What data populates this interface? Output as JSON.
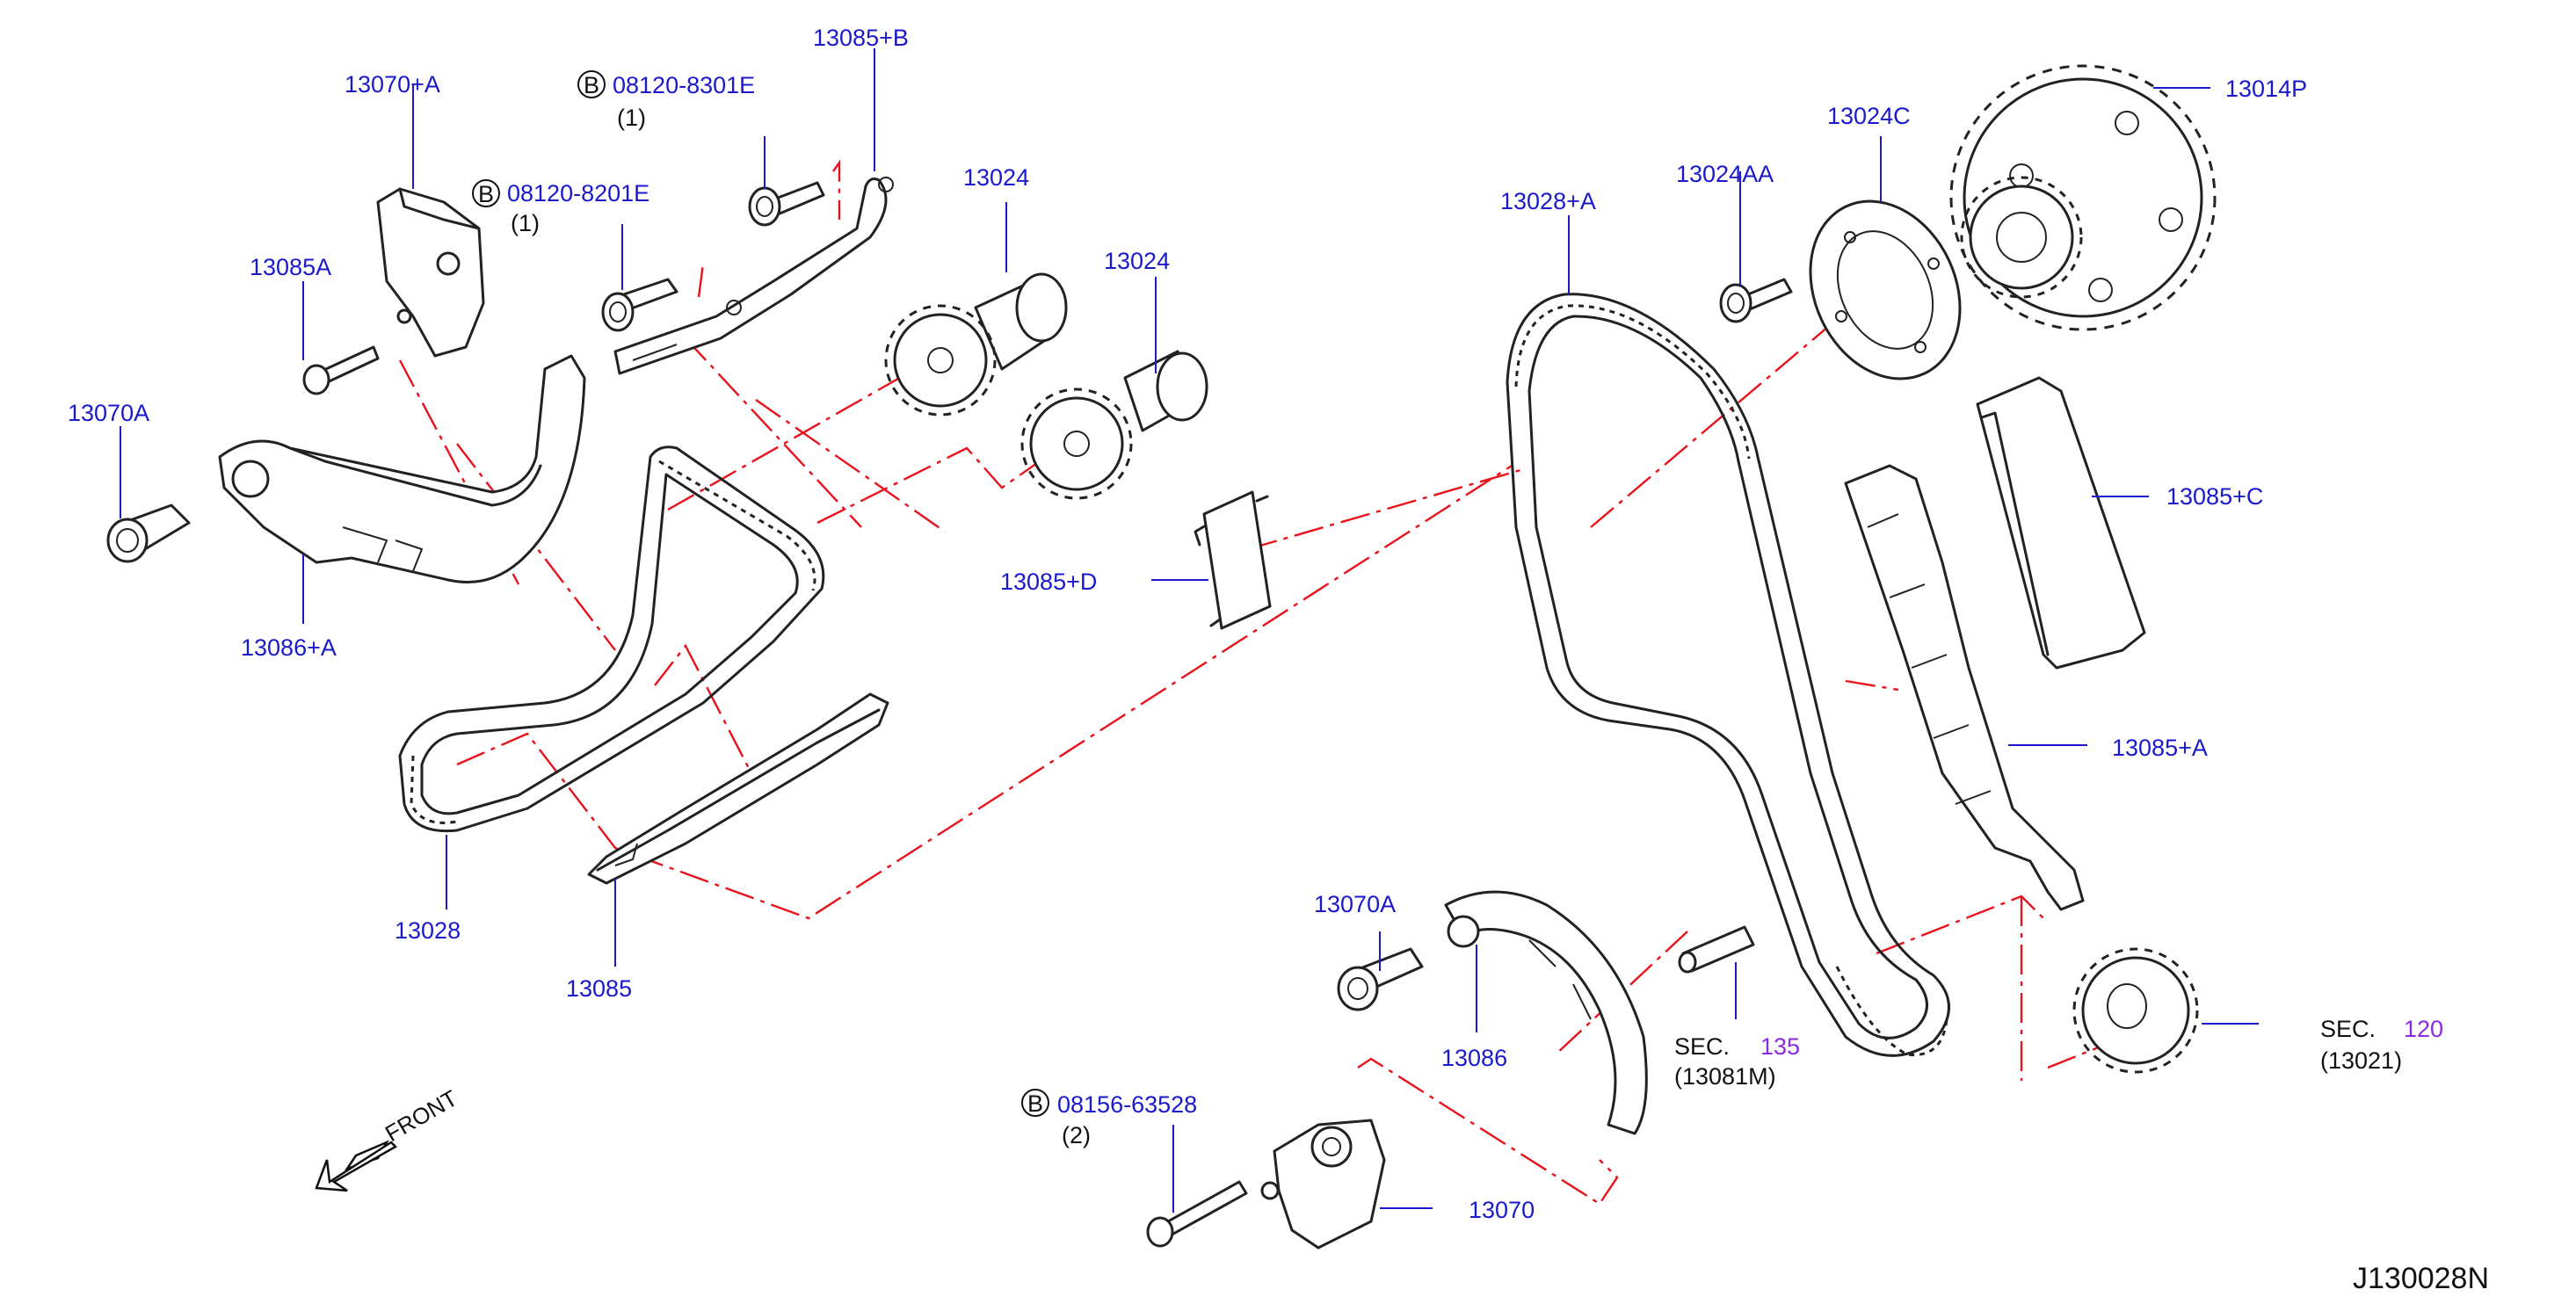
{
  "labels": {
    "p13070A_upper": "13070+A",
    "bolt_8301E": "08120-8301E",
    "bolt_8301E_qty": "(1)",
    "p13085B": "13085+B",
    "bolt_8201E": "08120-8201E",
    "bolt_8201E_qty": "(1)",
    "p13085A": "13085A",
    "p13070A_left": "13070A",
    "p13086A": "13086+A",
    "p13028": "13028",
    "p13085": "13085",
    "p13024_a": "13024",
    "p13024_b": "13024",
    "p13085D": "13085+D",
    "p13028A": "13028+A",
    "p13024AA": "13024AA",
    "p13024C": "13024C",
    "p13014P": "13014P",
    "p13085C": "13085+C",
    "p13085A_long": "13085+A",
    "p13070A_low": "13070A",
    "p13086": "13086",
    "sec135_prefix": "SEC.",
    "sec135_num": "135",
    "sec135_sub": "(13081M)",
    "sec120_prefix": "SEC.",
    "sec120_num": "120",
    "sec120_sub": "(13021)",
    "bolt_63528": "08156-63528",
    "bolt_63528_qty": "(2)",
    "p13070": "13070",
    "front": "FRONT",
    "drawing_ref": "J130028N",
    "b_marker": "B"
  }
}
